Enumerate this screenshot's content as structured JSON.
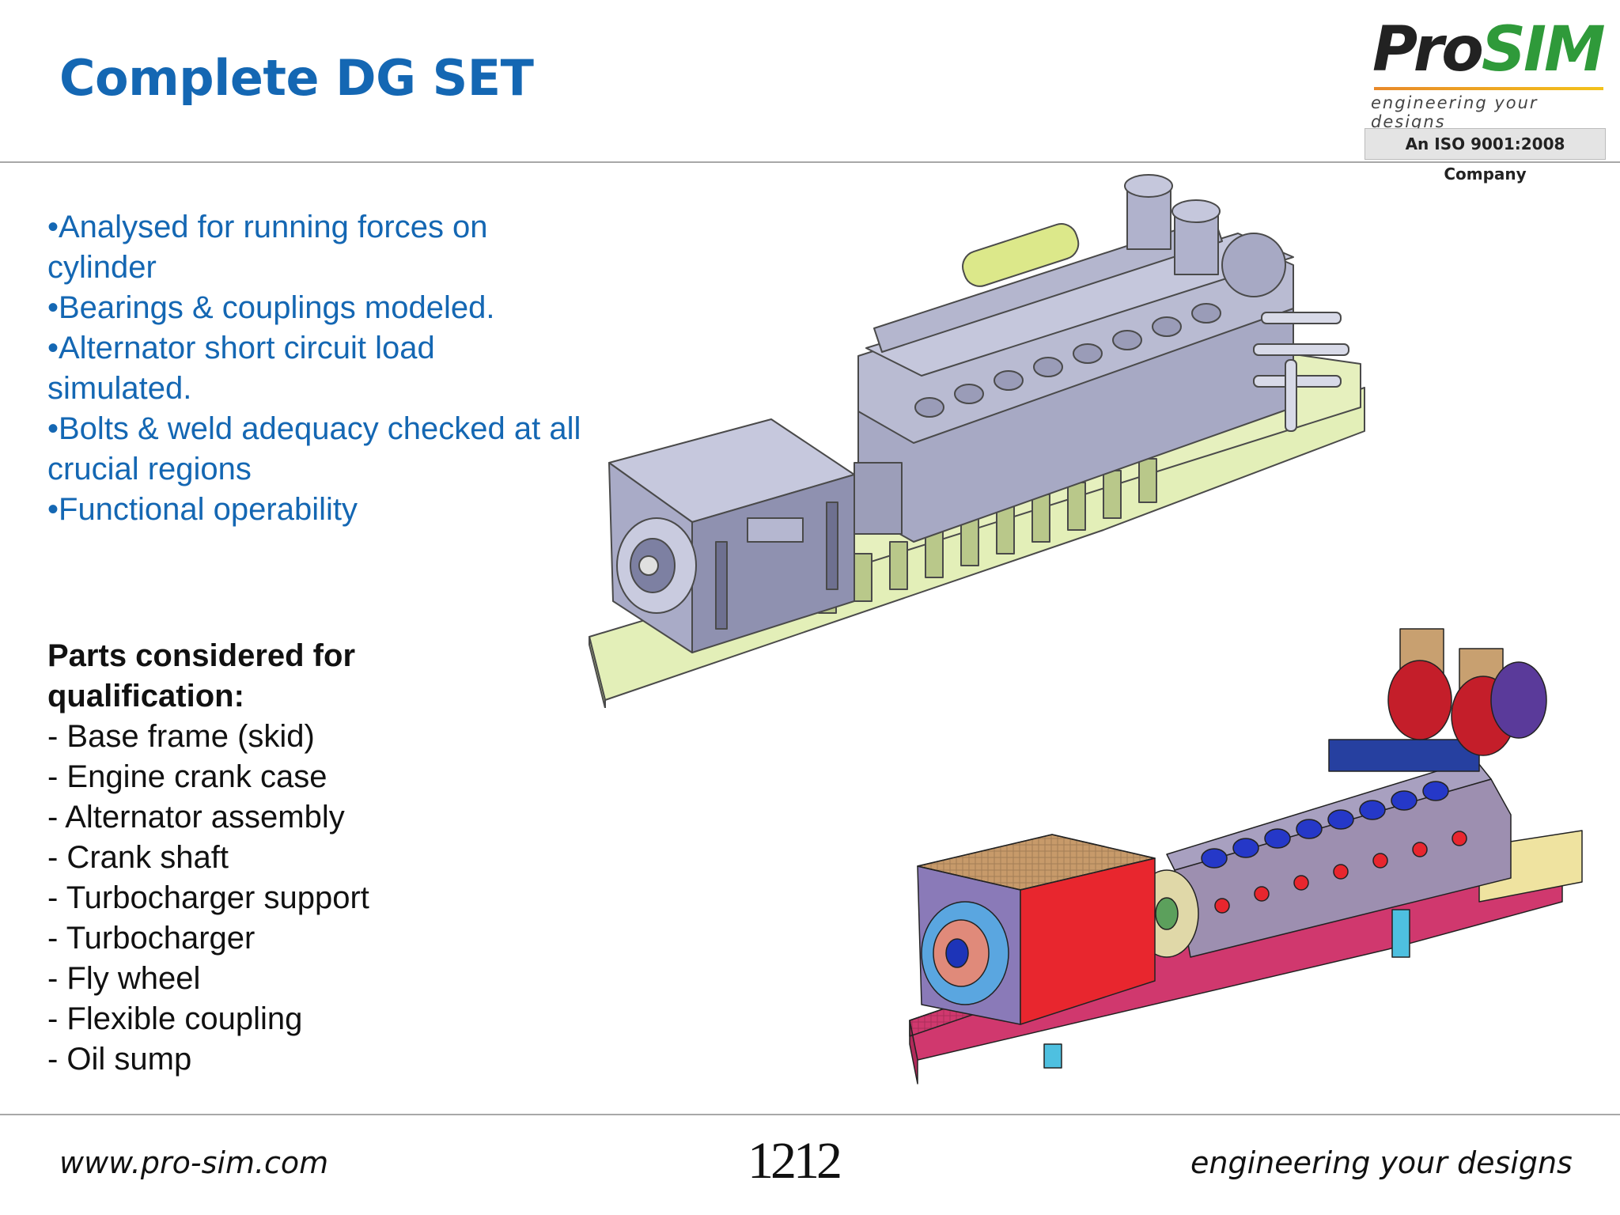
{
  "slide": {
    "title": "Complete DG SET"
  },
  "logo": {
    "word_pro": "Pro",
    "word_sim": "SIM",
    "tagline": "engineering your designs",
    "iso": "An ISO 9001:2008 Company"
  },
  "bullets": [
    "•Analysed for running forces on cylinder",
    "•Bearings & couplings modeled.",
    "•Alternator short circuit load simulated.",
    "•Bolts & weld adequacy checked at all crucial regions",
    "•Functional operability"
  ],
  "parts": {
    "heading": "Parts considered for qualification:",
    "items": [
      "- Base frame (skid)",
      "- Engine crank case",
      "- Alternator assembly",
      "- Crank shaft",
      "- Turbocharger support",
      "- Turbocharger",
      "- Fly wheel",
      "- Flexible coupling",
      "- Oil sump"
    ]
  },
  "footer": {
    "url": "www.pro-sim.com",
    "page_number": "1212",
    "tagline": "engineering your designs"
  },
  "colors": {
    "title_blue": "#1467b3",
    "logo_green": "#2f9a3a",
    "skid_yellow": "#e3efb8",
    "cad_gray": "#b8bad0",
    "fem_red": "#e8262e",
    "fem_magenta": "#d0386e"
  }
}
